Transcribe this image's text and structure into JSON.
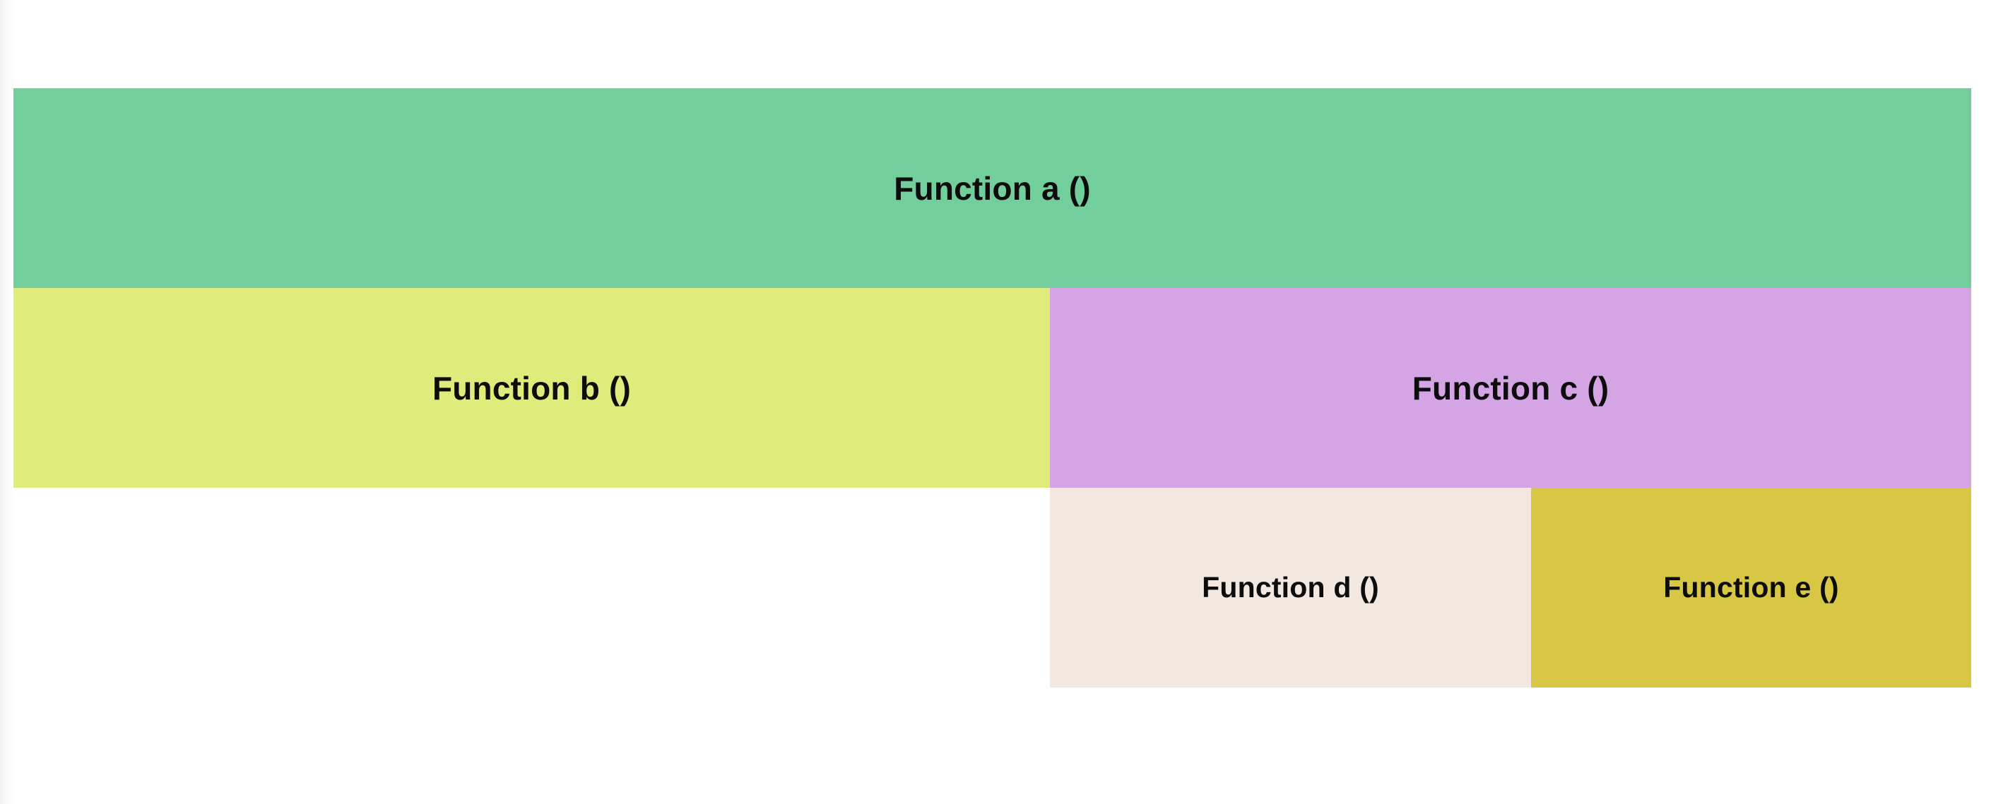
{
  "flame_graph": {
    "frames": [
      {
        "id": "fa",
        "label": "Function a ()",
        "color": "#72cf9c"
      },
      {
        "id": "fb",
        "label": "Function b ()",
        "color": "#dfeb7a"
      },
      {
        "id": "fc",
        "label": "Function c ()",
        "color": "#d4a4e4"
      },
      {
        "id": "fd",
        "label": "Function d ()",
        "color": "#f2e8e0"
      },
      {
        "id": "fe",
        "label": "Function e ()",
        "color": "#d7c745"
      }
    ]
  }
}
